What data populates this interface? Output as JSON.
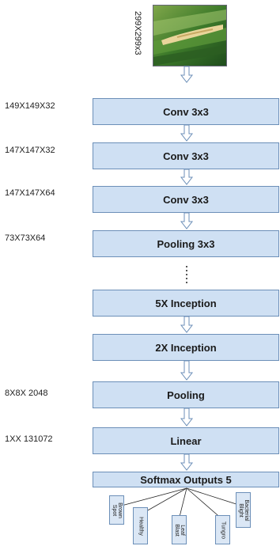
{
  "input": {
    "dims": "299X299x3"
  },
  "layers": [
    {
      "label": "Conv 3x3",
      "dims": "149X149X32"
    },
    {
      "label": "Conv 3x3",
      "dims": "147X147X32"
    },
    {
      "label": "Conv  3x3",
      "dims": "147X147X64"
    },
    {
      "label": "Pooling 3x3",
      "dims": "73X73X64"
    },
    {
      "label": "5X Inception",
      "dims": ""
    },
    {
      "label": "2X Inception",
      "dims": ""
    },
    {
      "label": "Pooling",
      "dims": "8X8X 2048"
    },
    {
      "label": "Linear",
      "dims": "1XX 131072"
    },
    {
      "label": "Softmax Outputs 5",
      "dims": ""
    }
  ],
  "outputs": [
    "Brown Spot",
    "Healthy",
    "Leaf Blast",
    "Tungro",
    "Bacterial Blight"
  ]
}
